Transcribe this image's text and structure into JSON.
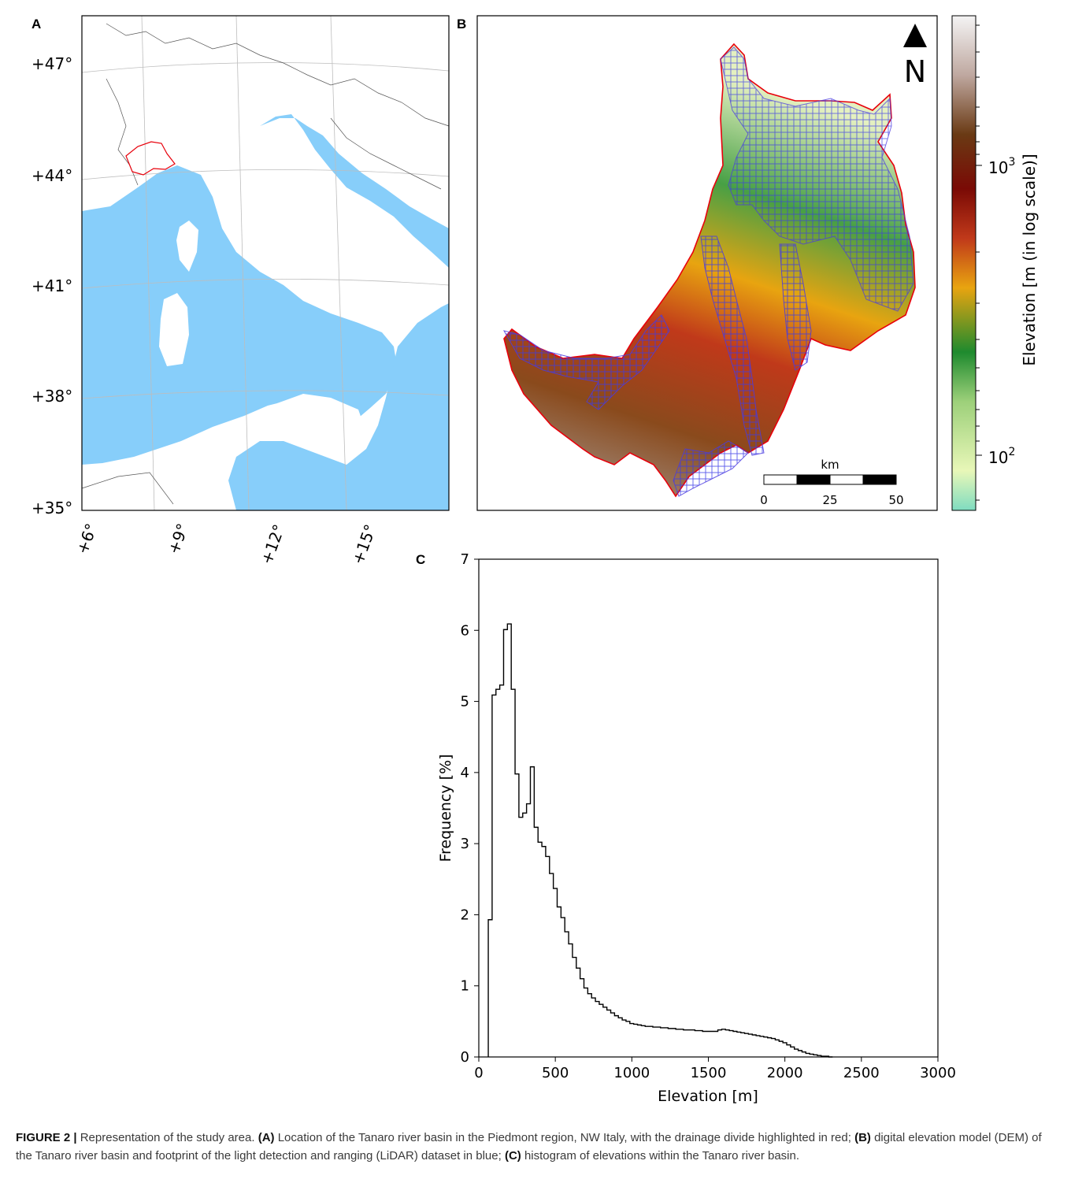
{
  "panels": {
    "a": "A",
    "b": "B",
    "c": "C"
  },
  "map_a": {
    "lat_labels": [
      "+47°",
      "+44°",
      "+41°",
      "+38°",
      "+35°"
    ],
    "lon_labels": [
      "+6°",
      "+9°",
      "+12°",
      "+15°"
    ]
  },
  "map_b": {
    "north": "N",
    "scale_unit": "km",
    "scale_ticks": [
      "0",
      "25",
      "50"
    ],
    "colorbar_label": "Elevation [m (in log scale)]",
    "colorbar_ticks": [
      "10^3",
      "10^2"
    ]
  },
  "colors": {
    "sea": "#87cefa",
    "divide": "#e8000b",
    "lidar": "#2a2af0"
  },
  "chart_data": {
    "type": "histogram",
    "xlabel": "Elevation [m]",
    "ylabel": "Frequency [%]",
    "xlim": [
      0,
      3000
    ],
    "ylim": [
      0,
      7
    ],
    "x_ticks": [
      0,
      500,
      1000,
      1500,
      2000,
      2500,
      3000
    ],
    "y_ticks": [
      0,
      1,
      2,
      3,
      4,
      5,
      6,
      7
    ],
    "bin_width": 25,
    "bin_start": 62,
    "values": [
      1.93,
      5.09,
      5.17,
      5.23,
      6.01,
      6.09,
      5.17,
      3.98,
      3.37,
      3.43,
      3.56,
      4.08,
      3.23,
      3.02,
      2.96,
      2.82,
      2.58,
      2.37,
      2.11,
      1.96,
      1.76,
      1.59,
      1.4,
      1.25,
      1.1,
      0.97,
      0.89,
      0.83,
      0.78,
      0.74,
      0.7,
      0.66,
      0.62,
      0.58,
      0.55,
      0.52,
      0.5,
      0.47,
      0.46,
      0.45,
      0.44,
      0.43,
      0.43,
      0.42,
      0.42,
      0.41,
      0.41,
      0.4,
      0.4,
      0.39,
      0.39,
      0.38,
      0.38,
      0.38,
      0.37,
      0.37,
      0.36,
      0.36,
      0.36,
      0.36,
      0.38,
      0.39,
      0.38,
      0.37,
      0.36,
      0.35,
      0.34,
      0.33,
      0.32,
      0.31,
      0.3,
      0.29,
      0.28,
      0.27,
      0.26,
      0.24,
      0.22,
      0.2,
      0.17,
      0.14,
      0.11,
      0.09,
      0.07,
      0.05,
      0.04,
      0.03,
      0.02,
      0.01,
      0.01,
      0.0
    ]
  },
  "caption": {
    "figure_label": "FIGURE 2 |",
    "intro": " Representation of the study area. ",
    "a_label": "(A)",
    "a_text": " Location of the Tanaro river basin in the Piedmont region, NW Italy, with the drainage divide highlighted in red; ",
    "b_label": "(B)",
    "b_text": " digital elevation model (DEM) of the Tanaro river basin and footprint of the light detection and ranging (LiDAR) dataset in blue; ",
    "c_label": "(C)",
    "c_text": " histogram of elevations within the Tanaro river basin."
  }
}
